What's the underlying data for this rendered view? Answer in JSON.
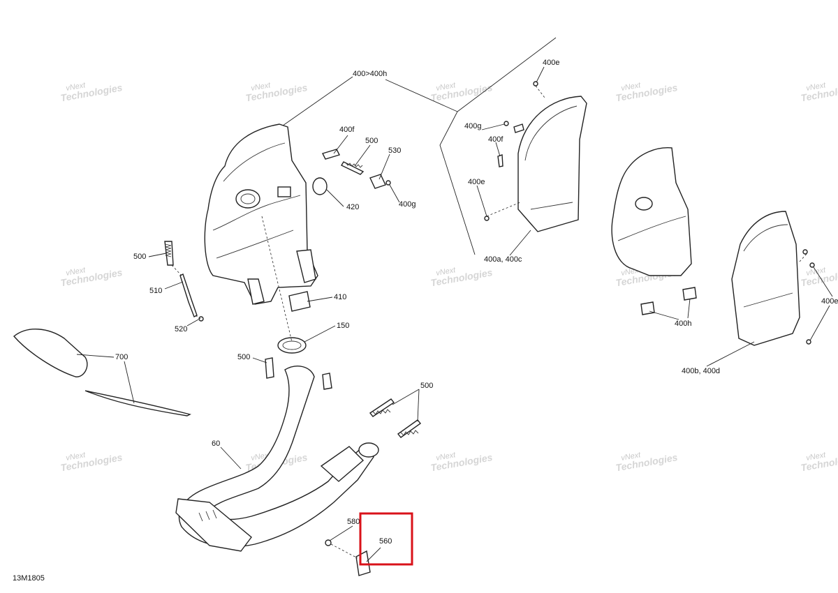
{
  "diagram": {
    "code": "13M1805",
    "watermark_line1": "vNext",
    "watermark_line2": "Technologies",
    "highlight_color": "#d9121a",
    "labels": {
      "l400_400h": "400>400h",
      "l400e_top": "400e",
      "l400g_right": "400g",
      "l400f_right": "400f",
      "l400e_mid": "400e",
      "l400a_400c": "400a, 400c",
      "l400f_left": "400f",
      "l500_top": "500",
      "l530": "530",
      "l400g_left": "400g",
      "l420": "420",
      "l500_left": "500",
      "l510": "510",
      "l520": "520",
      "l410": "410",
      "l150": "150",
      "l700": "700",
      "l500_mid": "500",
      "l500_right": "500",
      "l60": "60",
      "l580": "580",
      "l560": "560",
      "l400h": "400h",
      "l400e_far": "400e",
      "l400b_400d": "400b, 400d"
    }
  }
}
